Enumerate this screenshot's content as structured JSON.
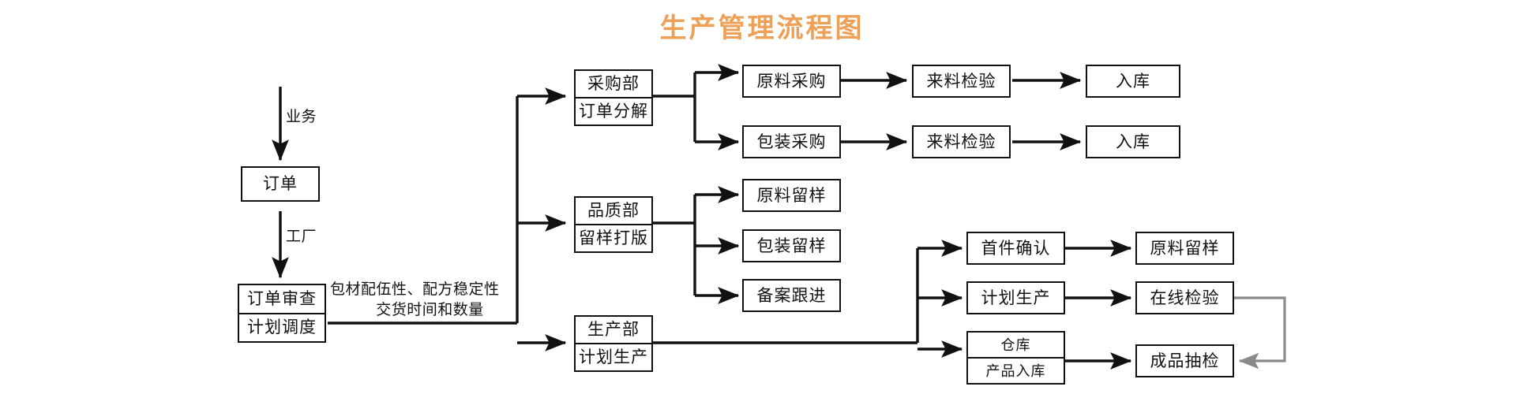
{
  "title": {
    "text": "生产管理流程图",
    "color": "#eda158"
  },
  "colors": {
    "line": "#111111",
    "gray_line": "#8a8a8a",
    "box_border": "#111111",
    "background": "#ffffff",
    "title": "#eda158"
  },
  "edge_labels": {
    "business": "业务",
    "factory": "工厂",
    "spec_line1": "包材配伍性、配方稳定性",
    "spec_line2": "交货时间和数量"
  },
  "nodes": {
    "order": {
      "lines": [
        "订单"
      ]
    },
    "order_review": {
      "lines": [
        "订单审查",
        "计划调度"
      ]
    },
    "purchasing_dept": {
      "lines": [
        "采购部",
        "订单分解"
      ]
    },
    "quality_dept": {
      "lines": [
        "品质部",
        "留样打版"
      ]
    },
    "production_dept": {
      "lines": [
        "生产部",
        "计划生产"
      ]
    },
    "material_purchase": {
      "lines": [
        "原料采购"
      ]
    },
    "material_incoming_check": {
      "lines": [
        "来料检验"
      ]
    },
    "material_warehouse_in": {
      "lines": [
        "入库"
      ]
    },
    "package_purchase": {
      "lines": [
        "包装采购"
      ]
    },
    "package_incoming_check": {
      "lines": [
        "来料检验"
      ]
    },
    "package_warehouse_in": {
      "lines": [
        "入库"
      ]
    },
    "material_retention": {
      "lines": [
        "原料留样"
      ]
    },
    "package_retention": {
      "lines": [
        "包装留样"
      ]
    },
    "record_followup": {
      "lines": [
        "备案跟进"
      ]
    },
    "first_article_confirm": {
      "lines": [
        "首件确认"
      ]
    },
    "first_article_retention": {
      "lines": [
        "原料留样"
      ]
    },
    "planned_production": {
      "lines": [
        "计划生产"
      ]
    },
    "online_inspection": {
      "lines": [
        "在线检验"
      ]
    },
    "warehouse": {
      "lines": [
        "仓库",
        "产品入库"
      ]
    },
    "finished_sampling": {
      "lines": [
        "成品抽检"
      ]
    }
  }
}
